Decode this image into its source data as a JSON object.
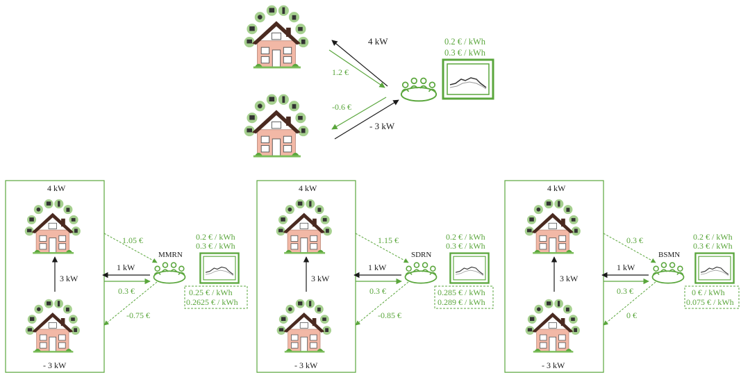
{
  "colors": {
    "green": "#5aa63c",
    "green_light": "#a6d08f",
    "black": "#1a1a1a",
    "house_wall": "#f2b8a6",
    "house_roof": "#4a2a20"
  },
  "top": {
    "power_upper": "4 kW",
    "pay_upper": "1.2 €",
    "pay_lower": "-0.6 €",
    "power_lower": "- 3 kW",
    "price_line1": "0.2 € / kWh",
    "price_line2": "0.3 € / kWh"
  },
  "panels": [
    {
      "name": "MMRN",
      "top_power": "4 kW",
      "vertical_flow": "3 kW",
      "bottom_power": "- 3 kW",
      "pay_top": "1.05 €",
      "grid_flow": "1 kW",
      "grid_pay": "0.3 €",
      "pay_bottom": "-0.75 €",
      "price_line1": "0.2 € / kWh",
      "price_line2": "0.3 € / kWh",
      "local_price1": "0.25 € / kWh",
      "local_price2": "0.2625 € / kWh"
    },
    {
      "name": "SDRN",
      "top_power": "4 kW",
      "vertical_flow": "3 kW",
      "bottom_power": "- 3 kW",
      "pay_top": "1.15 €",
      "grid_flow": "1 kW",
      "grid_pay": "0.3 €",
      "pay_bottom": "-0.85 €",
      "price_line1": "0.2 € / kWh",
      "price_line2": "0.3 € / kWh",
      "local_price1": "0.285 € / kWh",
      "local_price2": "0.289 € / kWh"
    },
    {
      "name": "BSMN",
      "top_power": "4 kW",
      "vertical_flow": "3 kW",
      "bottom_power": "- 3 kW",
      "pay_top": "0.3 €",
      "grid_flow": "1 kW",
      "grid_pay": "0.3 €",
      "pay_bottom": "0 €",
      "price_line1": "0.2 € / kWh",
      "price_line2": "0.3 € / kWh",
      "local_price1": "0  € / kWh",
      "local_price2": "0.075 € / kWh"
    }
  ]
}
